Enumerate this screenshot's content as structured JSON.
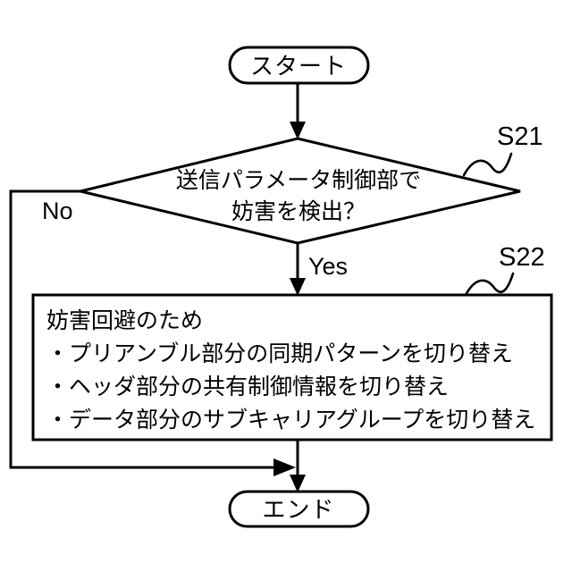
{
  "diagram": {
    "type": "flowchart",
    "title_text": "",
    "background_color": "#ffffff",
    "line_color": "#000000",
    "nodes": {
      "start": {
        "shape": "terminator",
        "label": "スタート"
      },
      "decision": {
        "shape": "diamond",
        "line1": "送信パラメータ制御部で",
        "line2": "妨害を検出？",
        "step_label": "S21"
      },
      "process": {
        "shape": "rectangle",
        "step_label": "S22",
        "lines": [
          "妨害回避のため",
          "・プリアンブル部分の同期パターンを切り替え",
          "・ヘッダ部分の共有制御情報を切り替え",
          "・データ部分のサブキャリアグループを切り替え"
        ]
      },
      "end": {
        "shape": "terminator",
        "label": "エンド"
      }
    },
    "branches": {
      "no_label": "No",
      "yes_label": "Yes"
    }
  }
}
